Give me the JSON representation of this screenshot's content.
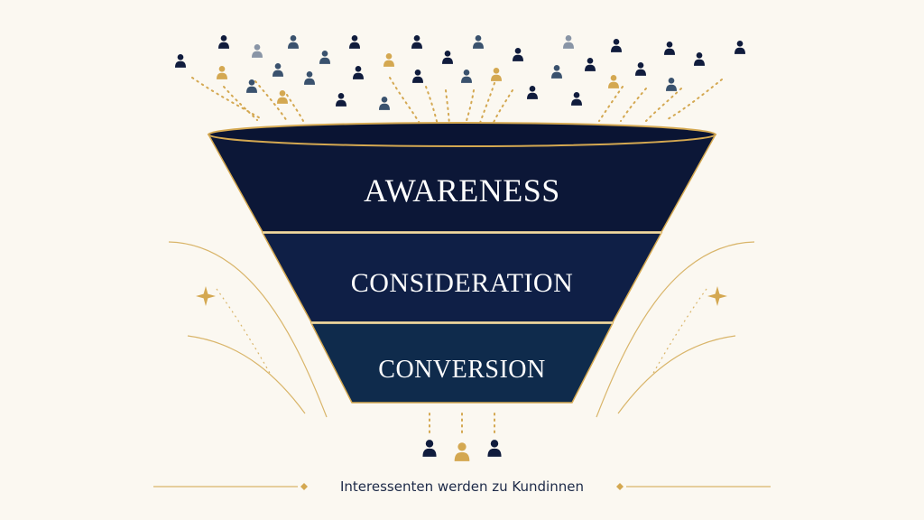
{
  "funnel": {
    "stages": [
      {
        "label": "AWARENESS",
        "color": "#0c1737"
      },
      {
        "label": "CONSIDERATION",
        "color": "#0f1f46"
      },
      {
        "label": "CONVERSION",
        "color": "#0f2b4c"
      }
    ],
    "rim_color": "#0a1433",
    "accent_color": "#d4a851"
  },
  "caption": "Interessenten werden zu Kundinnen",
  "icons": {
    "person": "person-icon",
    "sparkle": "sparkle-icon",
    "diamond": "diamond-icon"
  },
  "person_colors": {
    "navy": "#101c3d",
    "slate": "#3a526e",
    "grey": "#8995a6",
    "gold": "#d4a851"
  }
}
